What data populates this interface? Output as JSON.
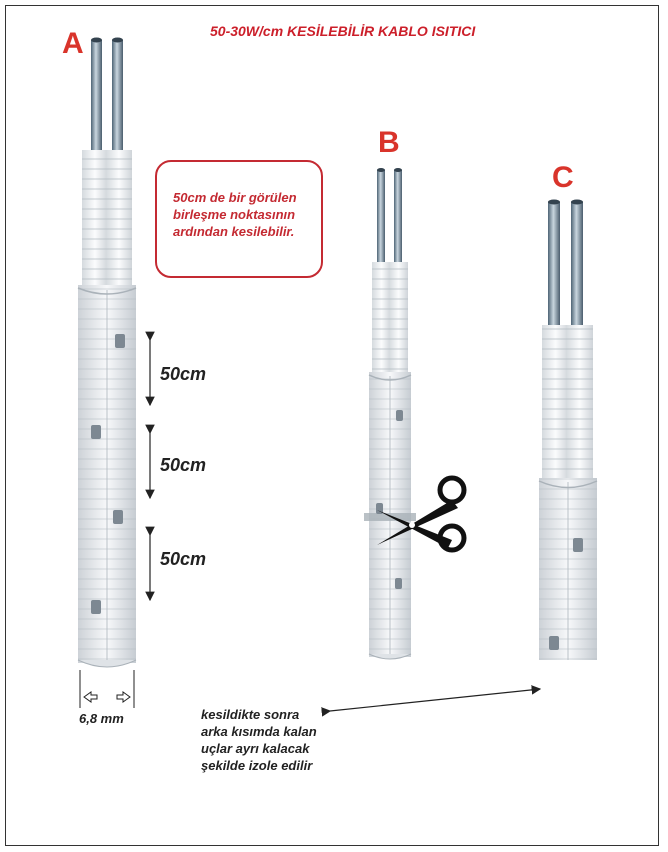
{
  "title": "50-30W/cm  KESİLEBİLİR KABLO ISITICI",
  "labels": {
    "a": "A",
    "b": "B",
    "c": "C"
  },
  "callout": {
    "lines": [
      "50cm de bir görülen",
      "birleşme noktasının",
      "ardından kesilebilir."
    ]
  },
  "segments": [
    "50cm",
    "50cm",
    "50cm"
  ],
  "width_label": "6,8 mm",
  "note": {
    "lines": [
      "kesildikte sonra",
      "arka kısımda kalan",
      "uçlar ayrı kalacak",
      "şekilde izole edilir"
    ]
  },
  "colors": {
    "accent_red": "#c42a32",
    "wire_steel": "#7f98ab",
    "sheath": "#e6e9ec"
  },
  "icons": [
    "scissors-icon",
    "arrow-icon"
  ]
}
